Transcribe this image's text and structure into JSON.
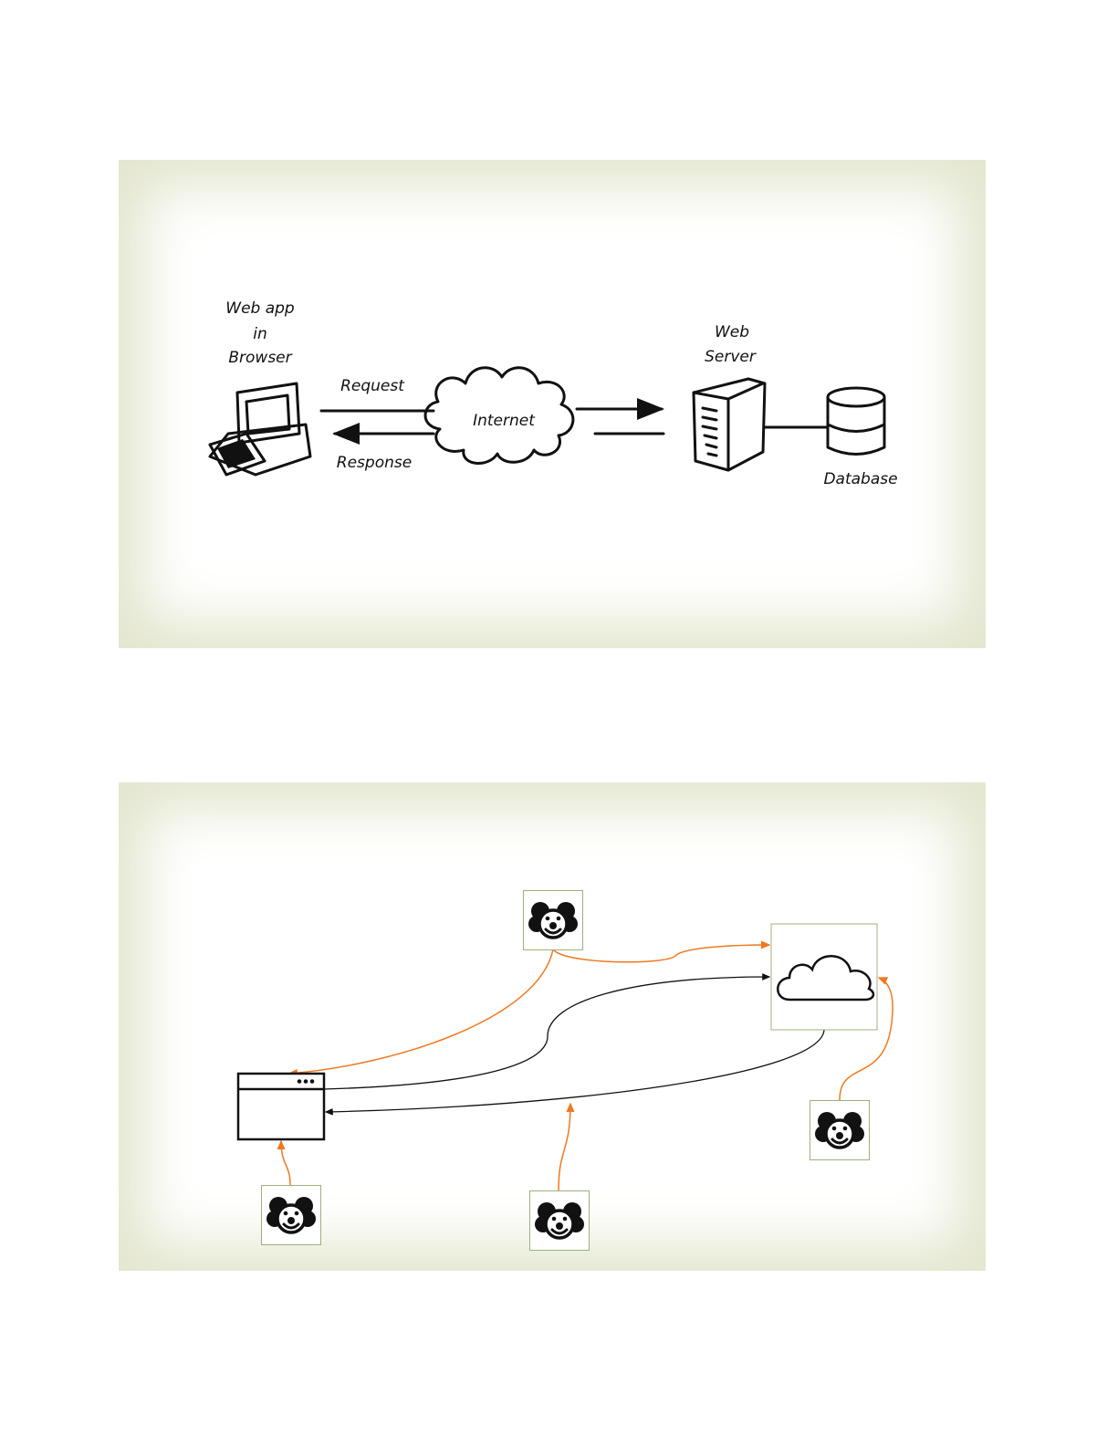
{
  "slide1": {
    "client_label": [
      "Web app",
      "in",
      "Browser"
    ],
    "request_label": "Request",
    "response_label": "Response",
    "internet_label": "Internet",
    "server_label": [
      "Web",
      "Server"
    ],
    "database_label": "Database"
  },
  "slide2": {
    "icons": [
      "clown-icon",
      "cloud-icon",
      "browser-window-icon"
    ],
    "colors": {
      "attack_arrow": "#f07820",
      "flow_arrow": "#111111",
      "box_border": "#9cb07f"
    }
  }
}
